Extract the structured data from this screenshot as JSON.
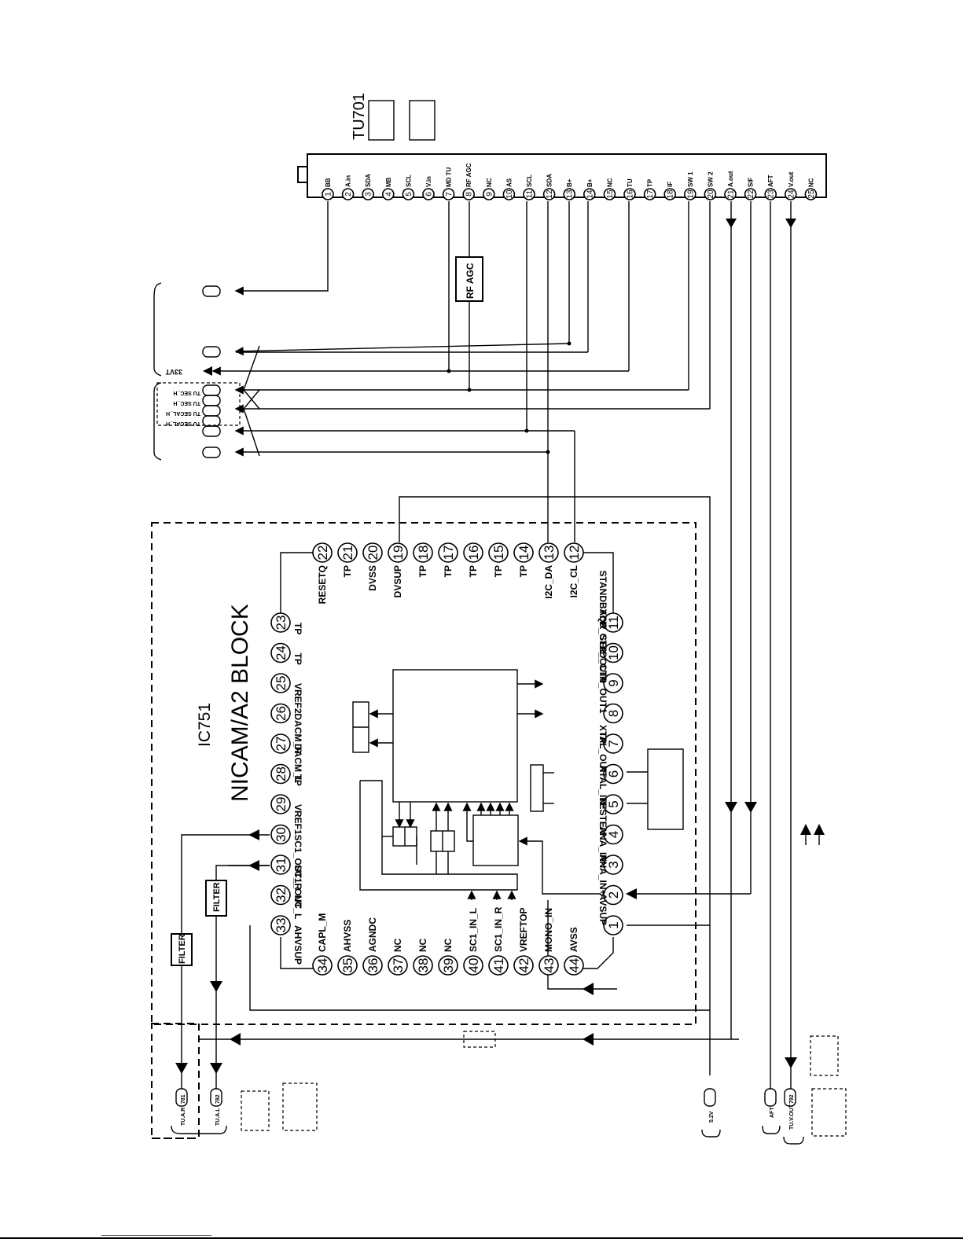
{
  "tuner": {
    "ref": "TU701",
    "pins": [
      {
        "num": "1",
        "label": "BB"
      },
      {
        "num": "2",
        "label": "A.in"
      },
      {
        "num": "3",
        "label": "SDA"
      },
      {
        "num": "4",
        "label": "MB"
      },
      {
        "num": "5",
        "label": "SCL"
      },
      {
        "num": "6",
        "label": "V.in"
      },
      {
        "num": "7",
        "label": "MD TU"
      },
      {
        "num": "8",
        "label": "RF AGC"
      },
      {
        "num": "9",
        "label": "NC"
      },
      {
        "num": "10",
        "label": "AS"
      },
      {
        "num": "11",
        "label": "SCL"
      },
      {
        "num": "12",
        "label": "SDA"
      },
      {
        "num": "13",
        "label": "B+"
      },
      {
        "num": "14",
        "label": "B+"
      },
      {
        "num": "15",
        "label": "NC"
      },
      {
        "num": "16",
        "label": "TU"
      },
      {
        "num": "17",
        "label": "TP"
      },
      {
        "num": "18",
        "label": "IF"
      },
      {
        "num": "19",
        "label": "SW 1"
      },
      {
        "num": "20",
        "label": "SW 2"
      },
      {
        "num": "21",
        "label": "A.out"
      },
      {
        "num": "22",
        "label": "SIF"
      },
      {
        "num": "23",
        "label": "AFT"
      },
      {
        "num": "24",
        "label": "V.out"
      },
      {
        "num": "25",
        "label": "NC"
      }
    ]
  },
  "rf_agc": "RF AGC",
  "supply_33v": "33VT",
  "tu_sec": [
    "TU SEC_H",
    "TU SEC_H",
    "TU SECAL_H",
    "TU SECAL_H"
  ],
  "ic": {
    "ref": "IC751",
    "title": "NICAM/A2 BLOCK",
    "pins_top": [
      {
        "num": "22",
        "label": "RESETQ"
      },
      {
        "num": "21",
        "label": "TP"
      },
      {
        "num": "20",
        "label": "DVSS"
      },
      {
        "num": "19",
        "label": "DVSUP"
      },
      {
        "num": "18",
        "label": "TP"
      },
      {
        "num": "17",
        "label": "TP"
      },
      {
        "num": "16",
        "label": "TP"
      },
      {
        "num": "15",
        "label": "TP"
      },
      {
        "num": "14",
        "label": "TP"
      },
      {
        "num": "13",
        "label": "I2C_DA"
      },
      {
        "num": "12",
        "label": "I2C_CL"
      }
    ],
    "pins_left": [
      {
        "num": "23",
        "label": "TP"
      },
      {
        "num": "24",
        "label": "TP"
      },
      {
        "num": "25",
        "label": "VREF2"
      },
      {
        "num": "26",
        "label": "DACM_R"
      },
      {
        "num": "27",
        "label": "DACM_L"
      },
      {
        "num": "28",
        "label": "TP"
      },
      {
        "num": "29",
        "label": "VREF1"
      },
      {
        "num": "30",
        "label": "SC1_OUT_R"
      },
      {
        "num": "31",
        "label": "SC1_OUT_L"
      },
      {
        "num": "32",
        "label": "NC"
      },
      {
        "num": "33",
        "label": "AHVSUP"
      }
    ],
    "pins_bottom": [
      {
        "num": "34",
        "label": "CAPL_M"
      },
      {
        "num": "35",
        "label": "AHVSS"
      },
      {
        "num": "36",
        "label": "AGNDC"
      },
      {
        "num": "37",
        "label": "NC"
      },
      {
        "num": "38",
        "label": "NC"
      },
      {
        "num": "39",
        "label": "NC"
      },
      {
        "num": "40",
        "label": "SC1_IN_L"
      },
      {
        "num": "41",
        "label": "SC1_IN_R"
      },
      {
        "num": "42",
        "label": "VREFTOP"
      },
      {
        "num": "43",
        "label": "MONO_IN"
      },
      {
        "num": "44",
        "label": "AVSS"
      }
    ],
    "pins_right": [
      {
        "num": "11",
        "label": "STANDBYQ"
      },
      {
        "num": "10",
        "label": "ADR_SEL"
      },
      {
        "num": "9",
        "label": "D_CTR_OUT0"
      },
      {
        "num": "8",
        "label": "D_CTR_OUT1"
      },
      {
        "num": "7",
        "label": "TP"
      },
      {
        "num": "6",
        "label": "XTAL_OUT"
      },
      {
        "num": "5",
        "label": "XTAL_IN"
      },
      {
        "num": "4",
        "label": "TESTEN"
      },
      {
        "num": "3",
        "label": "ANA_IN-"
      },
      {
        "num": "2",
        "label": "ANA_IN+"
      },
      {
        "num": "1",
        "label": "AVSUP"
      }
    ]
  },
  "filters": [
    "FILTER",
    "FILTER"
  ],
  "outputs": {
    "tu_a_r": {
      "label": "TU.A.R",
      "ref": "781"
    },
    "tu_a_l": {
      "label": "TU.A.L",
      "ref": "782"
    },
    "supply_5v": "5.2V",
    "aft": "AFT",
    "tu_v_out": {
      "label": "TU.V.OUT",
      "ref": "792"
    }
  }
}
